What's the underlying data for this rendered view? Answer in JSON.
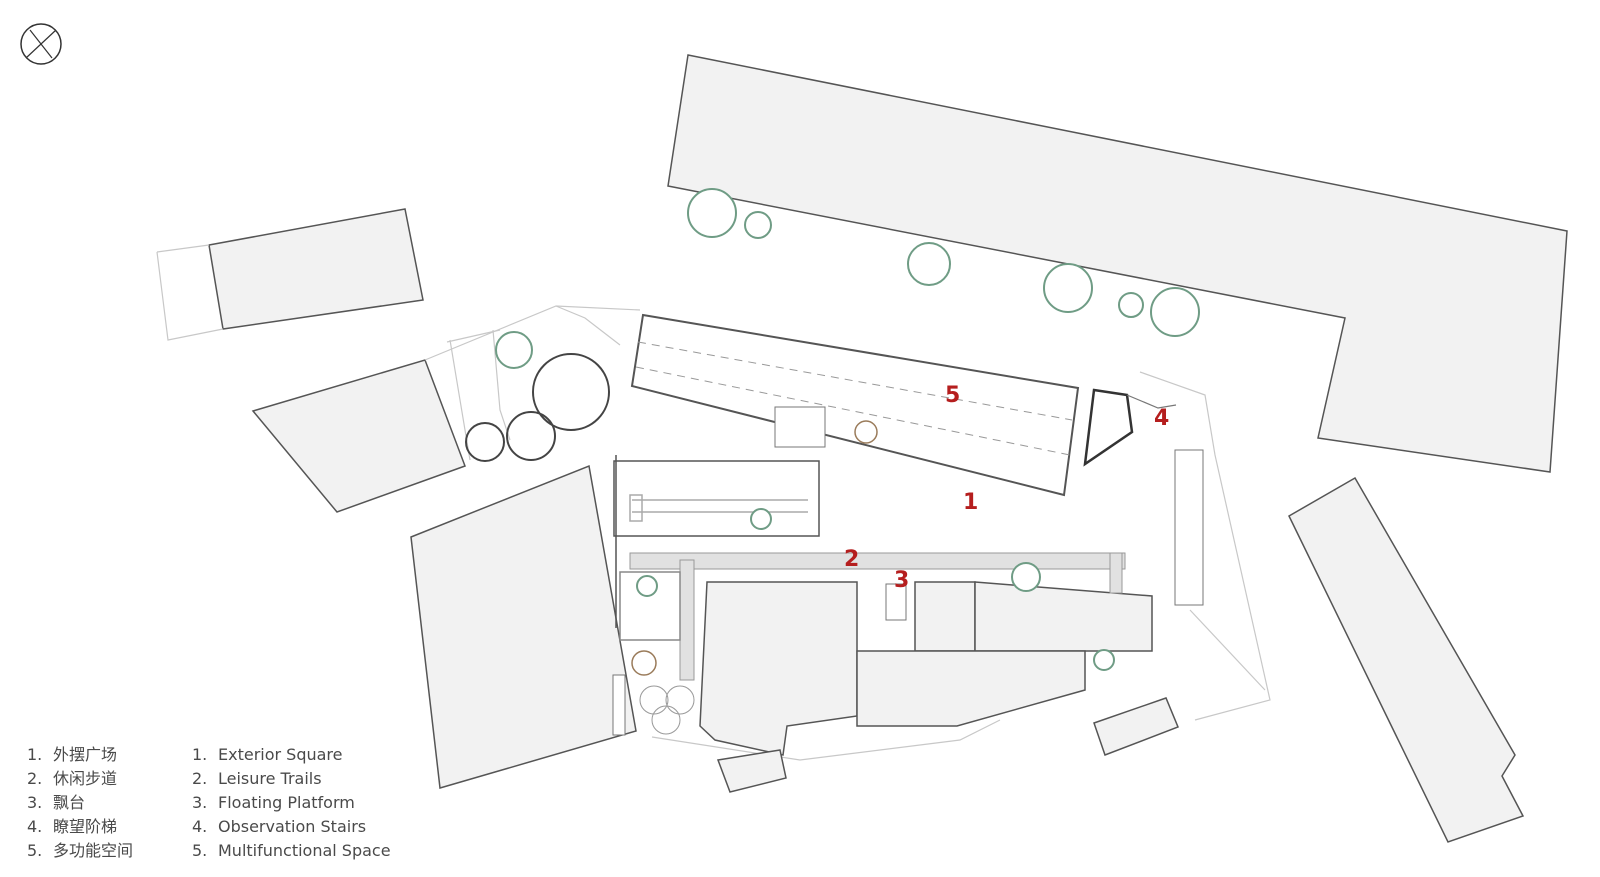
{
  "legend": {
    "zh": [
      {
        "num": "1.",
        "label": "外摆广场"
      },
      {
        "num": "2.",
        "label": "休闲步道"
      },
      {
        "num": "3.",
        "label": "飘台"
      },
      {
        "num": "4.",
        "label": "瞭望阶梯"
      },
      {
        "num": "5.",
        "label": "多功能空间"
      }
    ],
    "en": [
      {
        "num": "1.",
        "label": "Exterior Square"
      },
      {
        "num": "2.",
        "label": "Leisure Trails"
      },
      {
        "num": "3.",
        "label": "Floating Platform"
      },
      {
        "num": "4.",
        "label": "Observation Stairs"
      },
      {
        "num": "5.",
        "label": "Multifunctional Space"
      }
    ]
  },
  "markers": [
    "1",
    "2",
    "3",
    "4",
    "5"
  ],
  "colors": {
    "building_fill": "#f2f2f2",
    "line": "#555555",
    "marker": "#b51e1e",
    "tree": "#6f9c85"
  },
  "icons": [
    "north-arrow-icon",
    "tree-icon"
  ]
}
